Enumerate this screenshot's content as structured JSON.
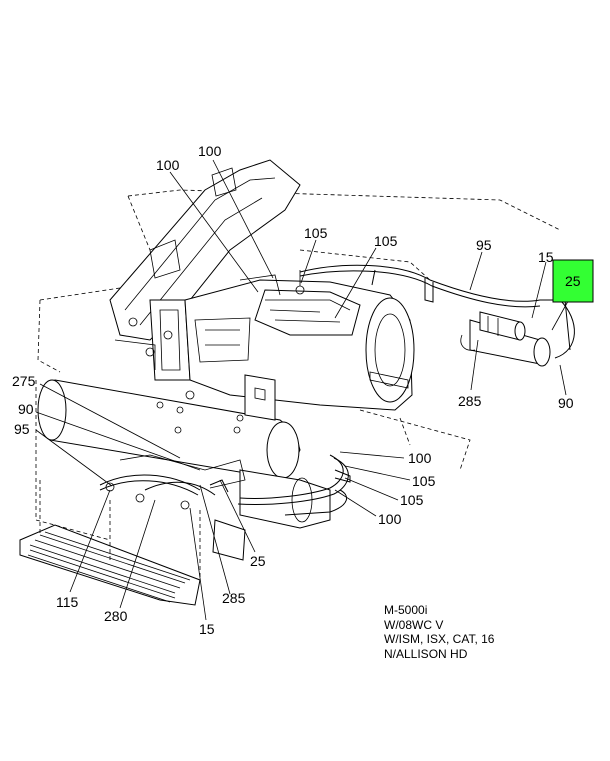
{
  "callouts": {
    "c100_top_left": "100",
    "c100_top_right": "100",
    "c105_top_left": "105",
    "c105_top_right": "105",
    "c95_top": "95",
    "c15_top": "15",
    "c25_highlight": "25",
    "c275": "275",
    "c90_left": "90",
    "c95_left": "95",
    "c285_right": "285",
    "c90_right": "90",
    "c100_mid_1": "100",
    "c105_mid_1": "105",
    "c105_mid_2": "105",
    "c100_mid_2": "100",
    "c25_bottom": "25",
    "c115": "115",
    "c280": "280",
    "c285_bottom": "285",
    "c15_bottom": "15"
  },
  "notes": {
    "line1": "M-5000i",
    "line2": "W/08WC V",
    "line3": "W/ISM, ISX, CAT, 16",
    "line4": "N/ALLISON HD"
  },
  "colors": {
    "highlight": "#33ff33"
  }
}
